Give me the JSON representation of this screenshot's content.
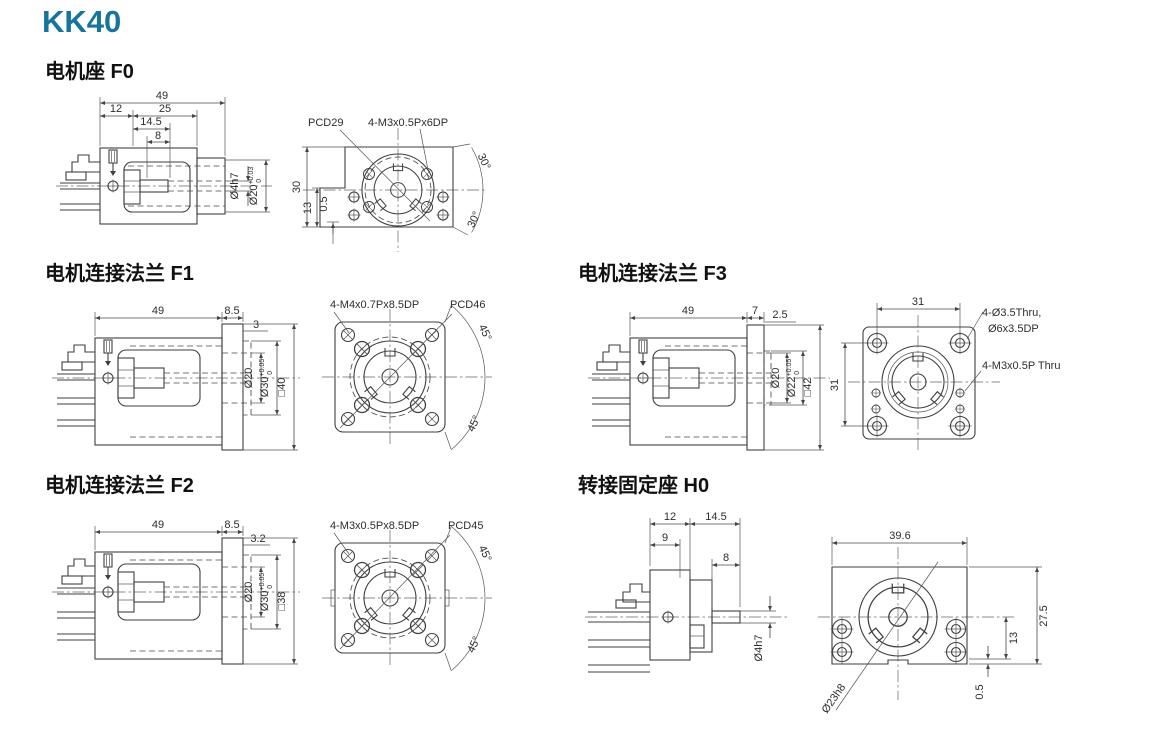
{
  "title": "KK40",
  "accent_color": "#16749e",
  "sections": {
    "f0": {
      "heading": "电机座 F0",
      "side": {
        "d49": "49",
        "d12": "12",
        "d25": "25",
        "d14_5": "14.5",
        "d8": "8",
        "shaft": "Ø4h7",
        "bore": "Ø20",
        "bore_tol_up": "+0.03",
        "bore_tol_dn": "0"
      },
      "front": {
        "pcd": "PCD29",
        "thread": "4-M3x0.5Px6DP",
        "d30": "30",
        "d13": "13",
        "d0_5": "0.5",
        "a1": "30°",
        "a2": "30°"
      }
    },
    "f1": {
      "heading": "电机连接法兰 F1",
      "side": {
        "d49": "49",
        "d8_5": "8.5",
        "d3": "3",
        "bore": "Ø20",
        "spigot": "Ø30",
        "sp_up": "+0.05",
        "sp_dn": "0",
        "square": "□40"
      },
      "front": {
        "thread": "4-M4x0.7Px8.5DP",
        "pcd": "PCD46",
        "a1": "45°",
        "a2": "45°"
      }
    },
    "f3": {
      "heading": "电机连接法兰 F3",
      "side": {
        "d49": "49",
        "d7": "7",
        "d2_5": "2.5",
        "bore": "Ø20",
        "spigot": "Ø22",
        "sp_up": "+0.05",
        "sp_dn": "0",
        "square": "□42"
      },
      "front": {
        "d31w": "31",
        "d31h": "31",
        "cbore1": "4-Ø3.5Thru,",
        "cbore2": "Ø6x3.5DP",
        "thread": "4-M3x0.5P Thru"
      }
    },
    "f2": {
      "heading": "电机连接法兰 F2",
      "side": {
        "d49": "49",
        "d8_5": "8.5",
        "d3_2": "3.2",
        "bore": "Ø20",
        "spigot": "Ø30",
        "sp_up": "+0.05",
        "sp_dn": "0",
        "square": "□38"
      },
      "front": {
        "thread": "4-M3x0.5Px8.5DP",
        "pcd": "PCD45",
        "a1": "45°",
        "a2": "45°"
      }
    },
    "h0": {
      "heading": "转接固定座 H0",
      "side": {
        "d12": "12",
        "d14_5": "14.5",
        "d9": "9",
        "d8": "8",
        "shaft": "Ø4h7"
      },
      "front": {
        "w": "39.6",
        "h": "27.5",
        "d13": "13",
        "d0_5": "0.5",
        "pilot": "Ø23h8"
      }
    }
  }
}
